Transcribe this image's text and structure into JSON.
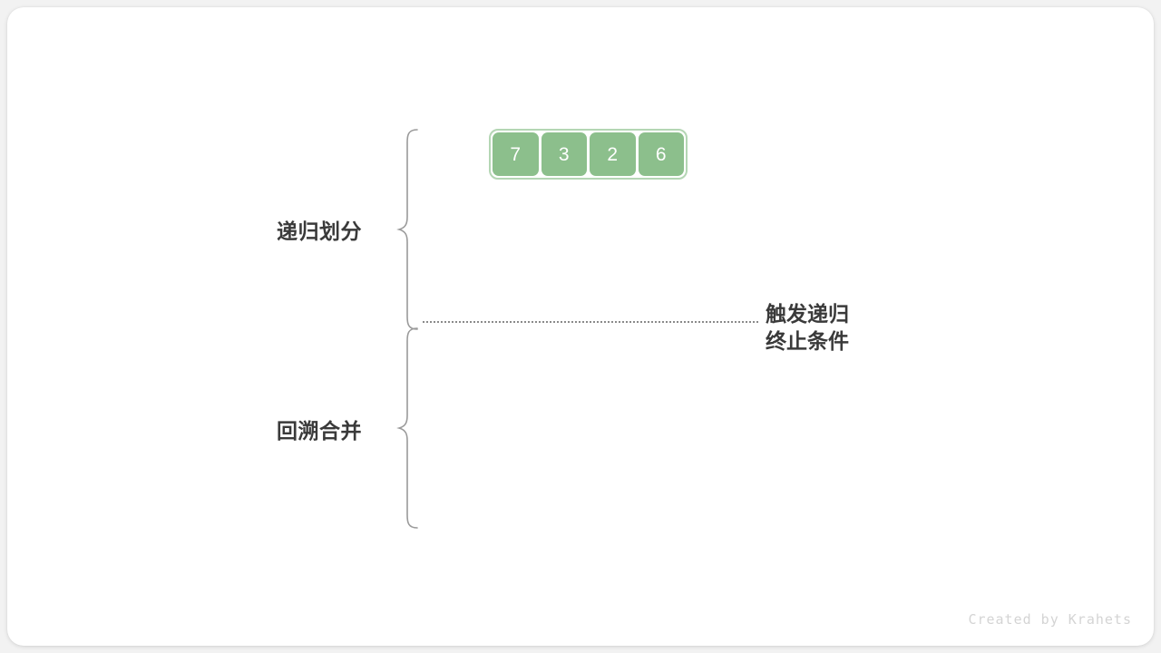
{
  "diagram": {
    "title": "merge-sort-recursion-phases",
    "array": {
      "values": [
        "7",
        "3",
        "2",
        "6"
      ],
      "cell_color": "#8cbf8c",
      "container_border_color": "#b4d6b4",
      "text_color": "#ffffff"
    },
    "sections": [
      {
        "id": "divide",
        "label": "递归划分"
      },
      {
        "id": "merge",
        "label": "回溯合并"
      }
    ],
    "annotation": {
      "line1": "触发递归",
      "line2": "终止条件"
    },
    "separator": {
      "style": "dotted",
      "color": "#8a8a8a"
    },
    "brace_color": "#9a9a9a",
    "text_color": "#3a3a3a"
  },
  "watermark": {
    "text": "Created by Krahets"
  }
}
